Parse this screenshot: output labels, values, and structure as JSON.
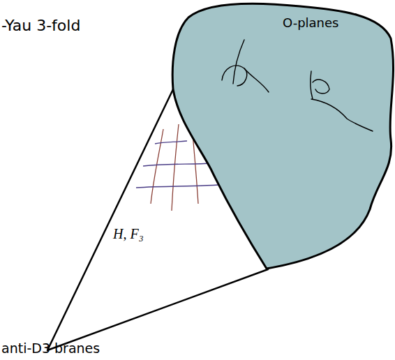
{
  "diagram": {
    "nodes": [
      {
        "text": [
          "H, F₃"
        ]
      },
      {
        "text": [
          "O-planes"
        ]
      }
    ],
    "labels": [
      "-Yau 3-fold",
      "anti-D3 branes"
    ]
  }
}
